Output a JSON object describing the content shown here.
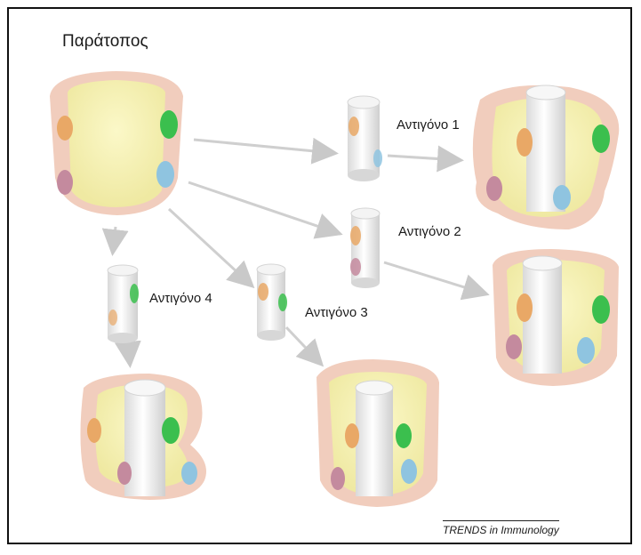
{
  "figure": {
    "paratope_label": "Παράτοπος",
    "antigens": [
      {
        "label": "Αντιγόνο 1"
      },
      {
        "label": "Αντιγόνο 2"
      },
      {
        "label": "Αντιγόνο 3"
      },
      {
        "label": "Αντιγόνο 4"
      }
    ],
    "credit": "TRENDS in Immunology",
    "colors": {
      "pocket_outer": "#f1cdbd",
      "pocket_inner": "#f7f3b7",
      "cylinder": "#eeeeee",
      "arrow": "#c9c9c9",
      "contact_orange": "#e9a866",
      "contact_green": "#3bbf4e",
      "contact_mauve": "#c48a9e",
      "contact_blue": "#8fc4e0"
    }
  }
}
